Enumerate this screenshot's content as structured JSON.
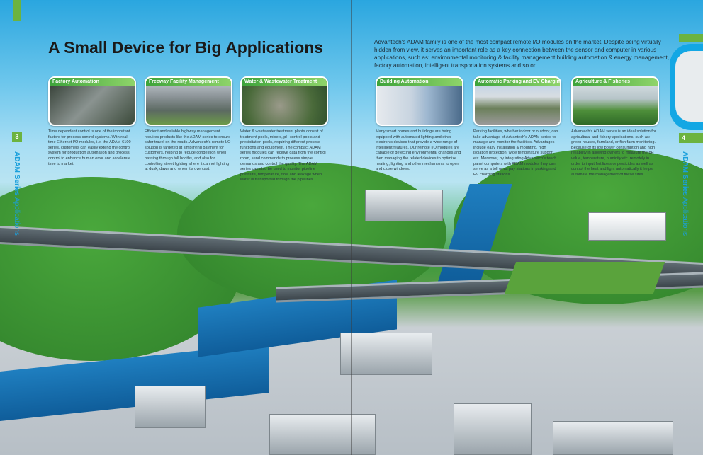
{
  "title": "A Small Device for Big Applications",
  "intro": "Advantech's ADAM family is one of the most compact remote I/O modules on the market. Despite being virtually hidden from view, it serves an important role as a key connection between the sensor and computer in various applications, such as: environmental monitoring & facility management building automation & energy management, factory automation, intelligent transportation systems and so on.",
  "pages": {
    "left_number": "3",
    "right_number": "4",
    "side_label_bold": "ADAM Series",
    "side_label": " Applications"
  },
  "cards": [
    {
      "title": "Factory Automation",
      "text": "Time dependent control is one of the important factors for process control systems. With real-time Ethernet I/O modules, i.e. the ADAM-6100 series, customers can easily extend the control system for production automation and process control to enhance human error and accelerate time to market."
    },
    {
      "title": "Freeway Facility Management",
      "text": "Efficient and reliable highway management requires products like the ADAM series to ensure safer travel on the roads. Advantech's remote I/O solution is targeted at simplifying payment for customers, helping to reduce congestion when passing through toll booths, and also for controlling street lighting where it cannot lighting at dusk, dawn and when it's overcast."
    },
    {
      "title": "Water & Wastewater Treatment",
      "text": "Water & wastewater treatment plants consist of treatment pools, mixers, pH control pools and precipitation pools, requiring different process functions and equipment. The compact ADAM series modules can receive data from the control room, send commands to process simple demands and control the quality. The ADAM series can also be used to monitor pipeline pressure, temperature, flow and leakage when water is transported through the pipelines."
    },
    {
      "title": "Building Automation",
      "text": "Many smart homes and buildings are being equipped with automated lighting and other electronic devices that provide a wide range of intelligent features. Our remote I/O modules are capable of detecting environmental changes and then managing the related devices to optimize heating, lighting and other mechanisms to open and close windows."
    },
    {
      "title": "Automatic Parking and EV Charging Station",
      "text": "Parking facilities, whether indoor or outdoor, can take advantage of Advantech's ADAM series to manage and monitor the facilities. Advantages include easy installation & mounting, high isolation protection, wide temperature support, etc. Moreover, by integrating Advantech's touch panel computers with ADAM modules they can serve as a toll or as pay stations in parking and EV charging stations."
    },
    {
      "title": "Agriculture & Fisheries",
      "text": "Advantech's ADAM series is an ideal solution for agricultural and fishery applications, such as: green houses, farmland, or fish farm monitoring. Because of its low power consumption and high reliability in allowing owners to measure the pH value, temperature, humidity etc. remotely in order to input fertilizers or pesticides as well as control the heat and light automatically it helps automate the management of these sites."
    }
  ],
  "colors": {
    "accent_green": "#6cb33f",
    "accent_blue": "#1aa0dc"
  }
}
